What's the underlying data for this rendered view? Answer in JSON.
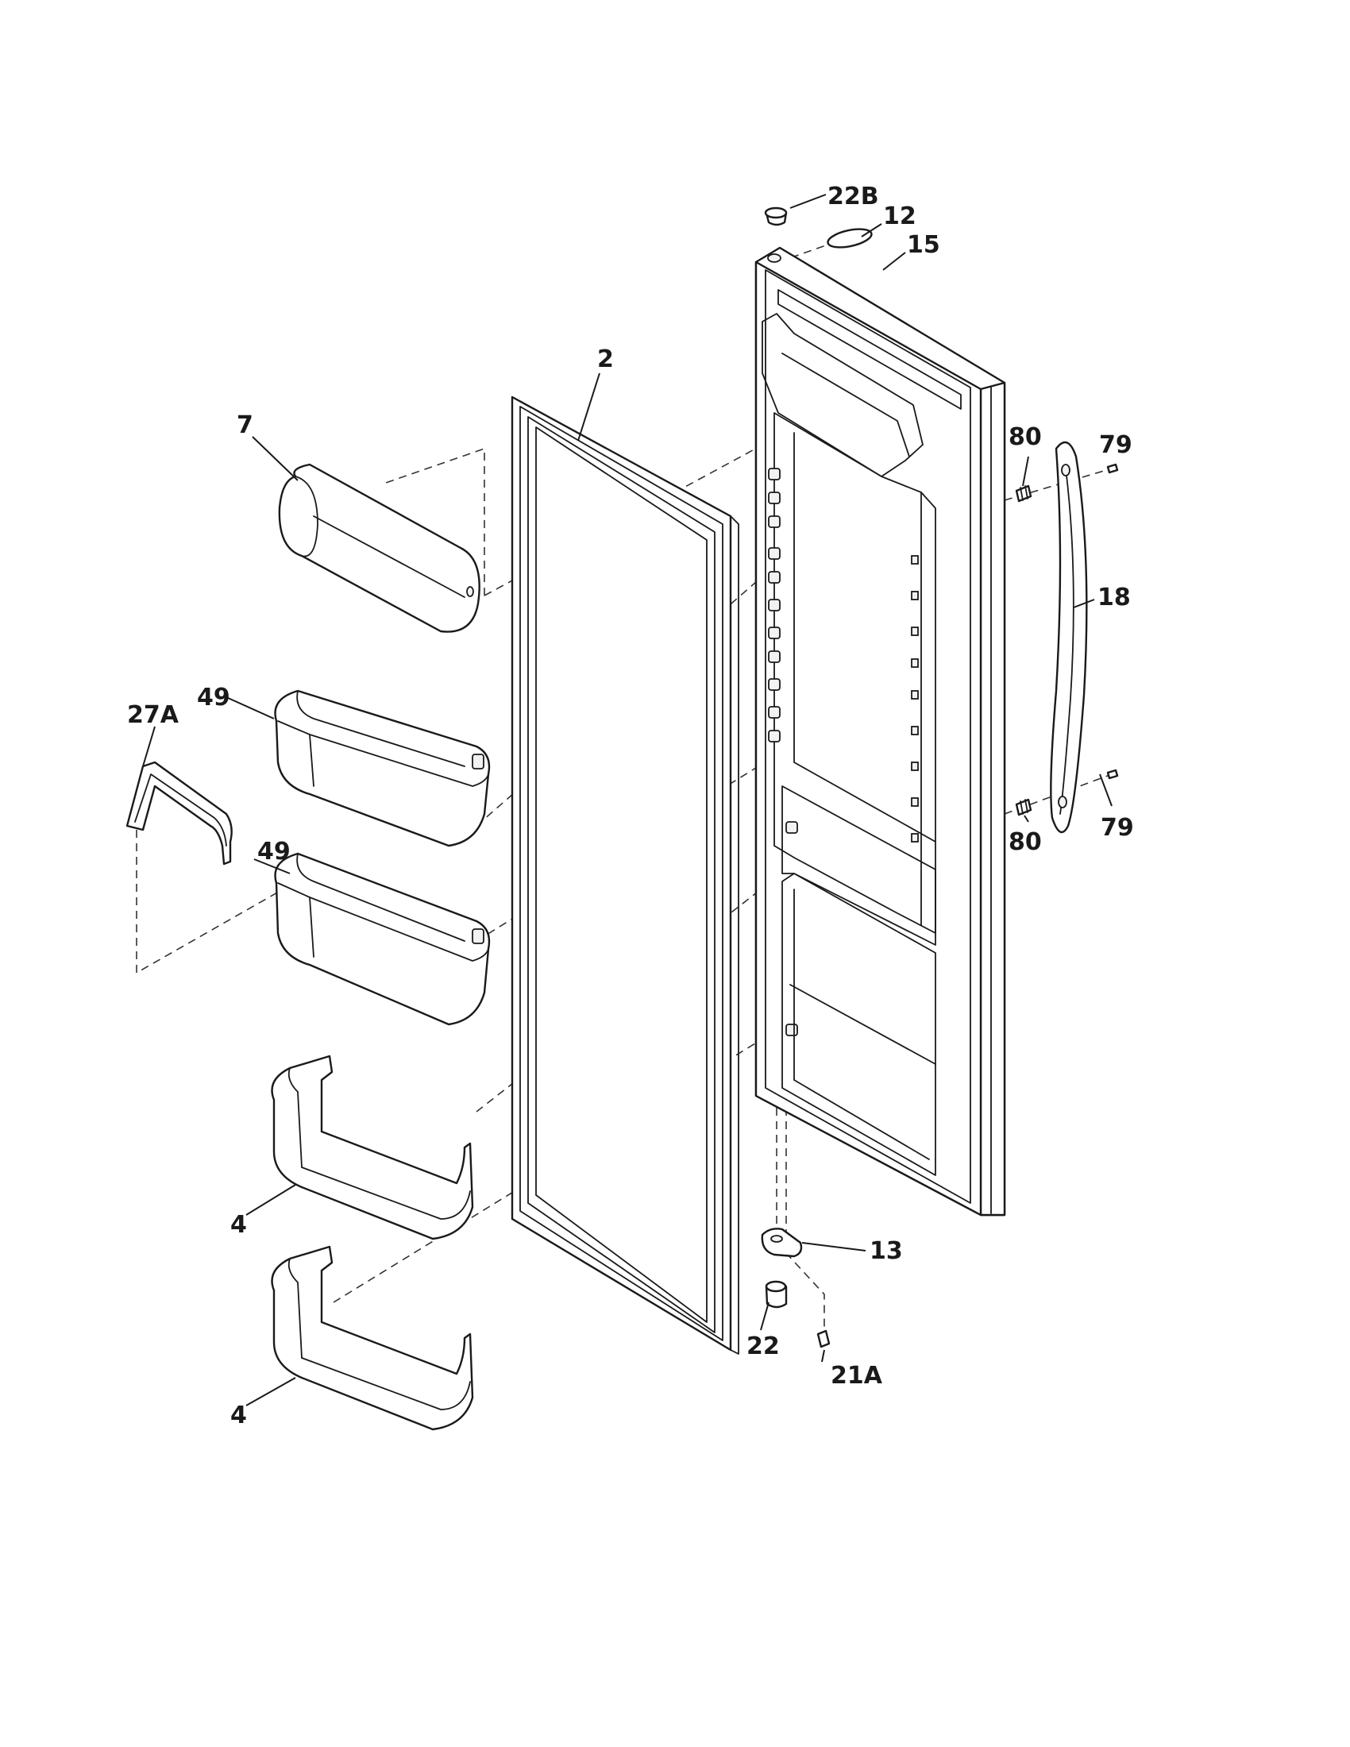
{
  "callouts": {
    "c22b": "22B",
    "c12": "12",
    "c15": "15",
    "c2": "2",
    "c7": "7",
    "c80_top": "80",
    "c79_top": "79",
    "c18": "18",
    "c27a": "27A",
    "c49_a": "49",
    "c49_b": "49",
    "c80_bot": "80",
    "c79_bot": "79",
    "c4_a": "4",
    "c4_b": "4",
    "c13": "13",
    "c22": "22",
    "c21a": "21A"
  }
}
